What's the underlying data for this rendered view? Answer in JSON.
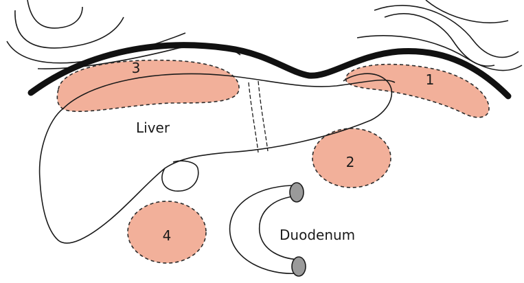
{
  "colors": {
    "region_fill": "#f2b09a",
    "outline": "#1a1a1a",
    "diaphragm": "#111111",
    "duodenum_lumen": "#9a9a9a"
  },
  "labels": {
    "liver": "Liver",
    "duodenum": "Duodenum"
  },
  "regions": [
    {
      "number": "1"
    },
    {
      "number": "2"
    },
    {
      "number": "3"
    },
    {
      "number": "4"
    }
  ]
}
